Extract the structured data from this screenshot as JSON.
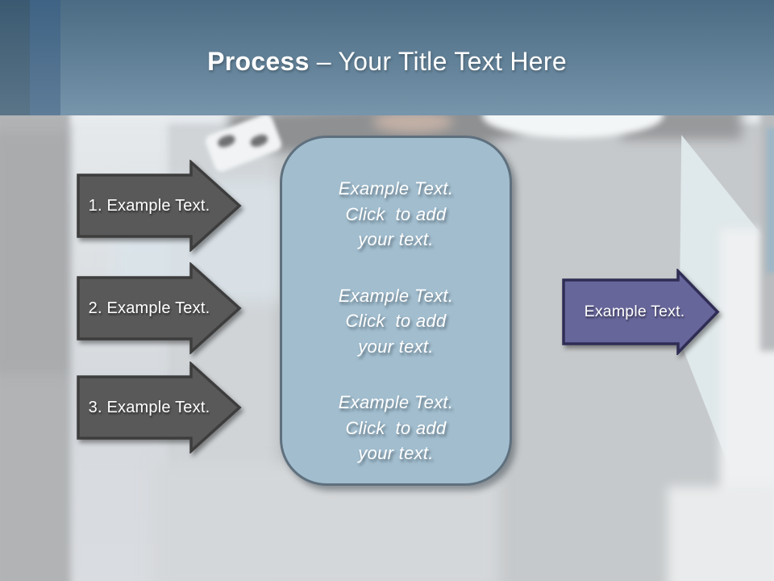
{
  "slide": {
    "title": {
      "emphasis": "Process",
      "rest": "– Your Title Text Here"
    },
    "process_steps": [
      {
        "label": "1. Example Text."
      },
      {
        "label": "2. Example Text."
      },
      {
        "label": "3. Example Text."
      }
    ],
    "center_panel": {
      "paragraphs": [
        {
          "line1": "Example Text.",
          "line2": "Click  to add",
          "line3": "your text."
        },
        {
          "line1": "Example Text.",
          "line2": "Click  to add",
          "line3": "your text."
        },
        {
          "line1": "Example Text.",
          "line2": "Click  to add",
          "line3": "your text."
        }
      ]
    },
    "result_arrow": {
      "label": "Example Text."
    },
    "colors": {
      "header_top": "#4a6b83",
      "header_bottom": "#7795ab",
      "stripe_dark": "#3b5a71",
      "stripe_mid": "#3f6384",
      "step_arrow_fill": "#595959",
      "step_arrow_border": "#3d3d3d",
      "result_arrow_fill": "#67669b",
      "result_arrow_border": "#2f2d55",
      "panel_fill": "#a1bdce",
      "panel_border": "#5f707e"
    }
  }
}
